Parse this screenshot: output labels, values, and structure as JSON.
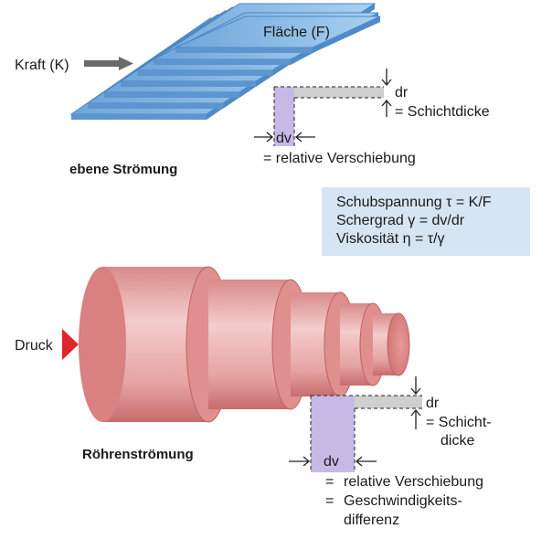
{
  "top": {
    "flaeche": "Fläche (F)",
    "kraft": "Kraft (K)",
    "dr": "dr",
    "schichtdicke": "= Schichtdicke",
    "dv": "dv",
    "relative": "= relative Verschiebung",
    "title": "ebene Strömung"
  },
  "formulas": [
    "Schubspannung τ = K/F",
    "Schergrad γ = dv/dr",
    "Viskosität η = τ/γ"
  ],
  "bottom": {
    "druck": "Druck",
    "dr": "dr",
    "schicht_1": "= Schicht-",
    "schicht_2": "dicke",
    "dv": "dv",
    "title": "Röhrenströmung",
    "eq1": "=",
    "relative": "relative Verschiebung",
    "eq2": "=",
    "geschw_1": "Geschwindigkeits-",
    "geschw_2": "differenz"
  },
  "colors": {
    "plate": "#8fbde6",
    "plate_edge": "#4a87c4",
    "shear_highlight": "#c6b9e6",
    "layer_gray": "#cfcfcf",
    "tube": "#e7a3a3",
    "tube_dark": "#c86b6b",
    "arrow_red": "#e0262b",
    "arrow_gray": "#6a6a6a",
    "formula_bg": "#d6e5f4"
  }
}
